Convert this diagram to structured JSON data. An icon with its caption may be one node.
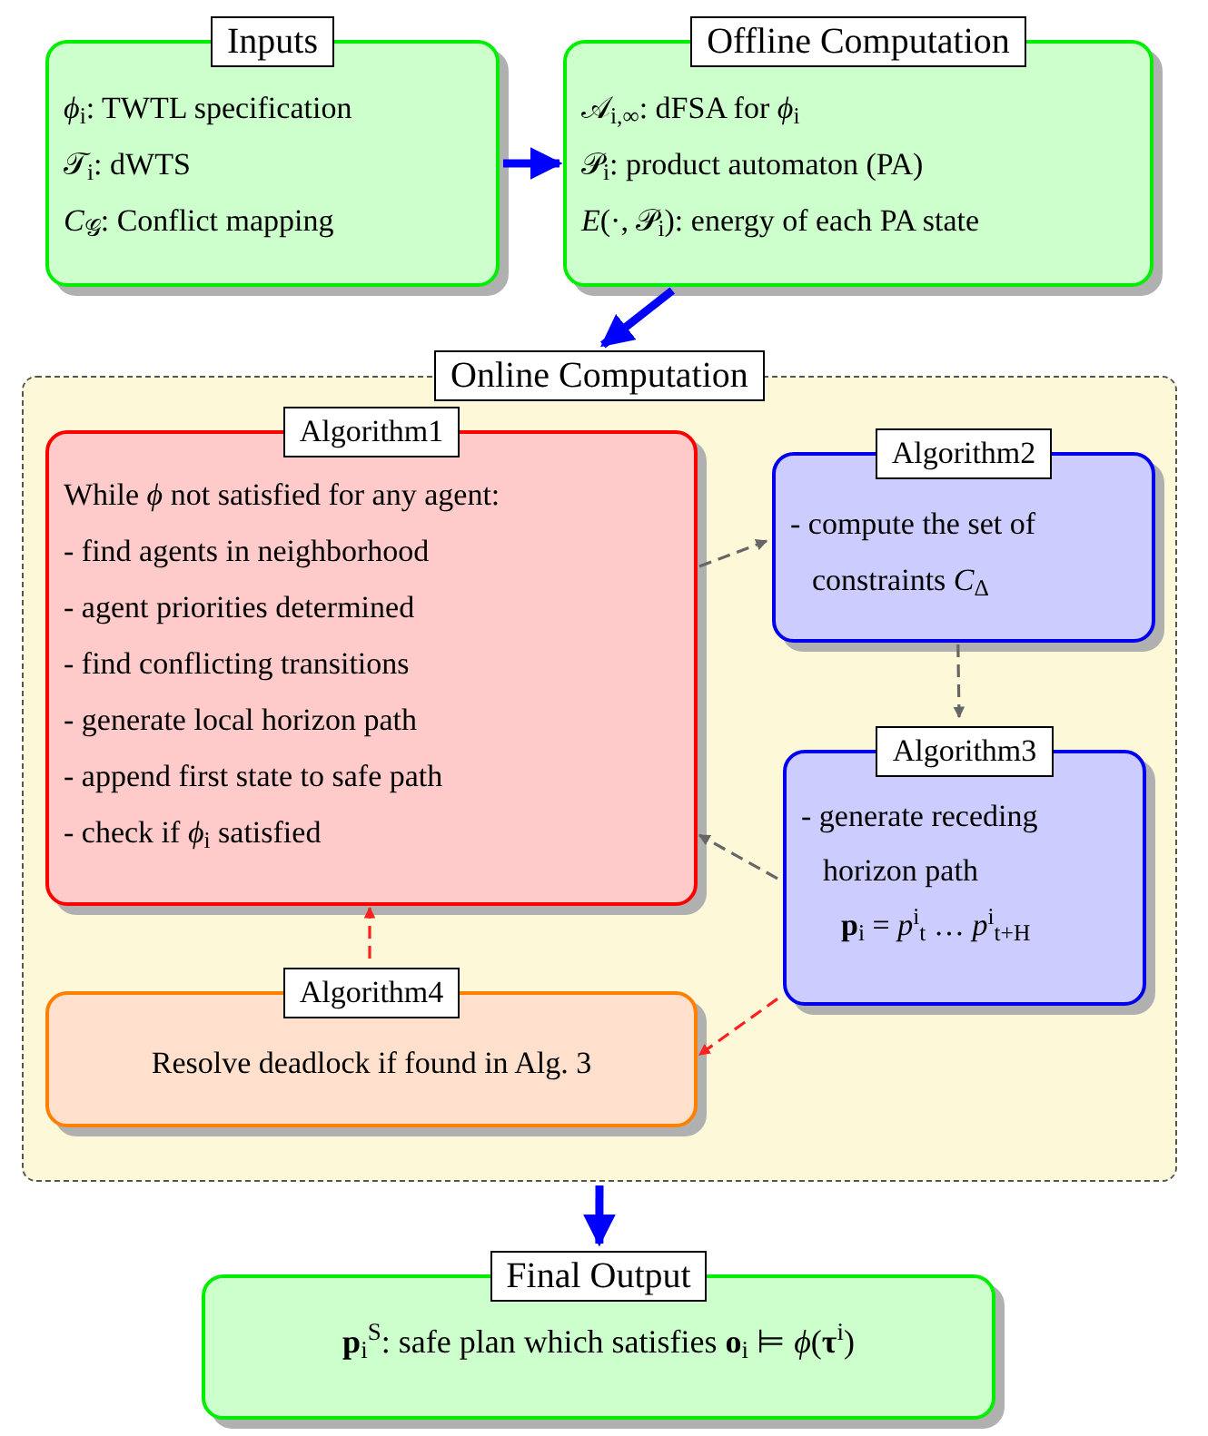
{
  "diagram": {
    "nodes": [
      {
        "text": [
          "Inputs",
          "*ϕ*$_{i}$: TWTL specification",
          "𝒯$_{i}$: dWTS",
          "*C*$_{𝒢}$: Conflict mapping"
        ]
      },
      {
        "text": [
          "Offline Computation",
          "𝒜$_{i,∞}$: dFSA for *ϕ*$_{i}$",
          "𝒫$_{i}$: product automaton (PA)",
          "*E*(·, 𝒫$_{i}$): energy of each PA state"
        ]
      },
      {
        "text": [
          "Online Computation"
        ]
      },
      {
        "text": [
          "Algorithm1",
          "While *ϕ* not satisfied for any agent:",
          "- find agents in neighborhood",
          "- agent priorities determined",
          "- find conflicting transitions",
          "- generate local horizon path",
          "- append first state to safe path",
          "- check if *ϕ*$_{i}$ satisfied"
        ],
        "in": 2
      },
      {
        "text": [
          "Algorithm2",
          "- compute the set of constraints *C*$_{Δ}$"
        ],
        "in": 2
      },
      {
        "text": [
          "Algorithm3",
          "- generate receding horizon path",
          "**p**$_{i}$ = *p*$^{i}$$_{t}$ … *p*$^{i}$$_{t+H}$"
        ],
        "in": 2
      },
      {
        "text": [
          "Algorithm4",
          "Resolve deadlock if found in Alg. 3"
        ],
        "in": 2
      },
      {
        "text": [
          "Final Output",
          "**p**$_{i}$$^{S}$: safe plan which satisfies **o**$_{i}$ ⊨ *ϕ*(**τ**$^{i}$)"
        ]
      }
    ],
    "edges": [
      {
        "from": 0,
        "to": 1,
        "arrow": "to",
        "style": "thick",
        "color": "#0000ff"
      },
      {
        "from": 1,
        "to": 2,
        "arrow": "to",
        "style": "thick",
        "color": "#0000ff"
      },
      {
        "from": 3,
        "to": 4,
        "arrow": "to",
        "style": "dashed",
        "color": "#666666"
      },
      {
        "from": 4,
        "to": 5,
        "arrow": "to",
        "style": "dashed",
        "color": "#666666"
      },
      {
        "from": 5,
        "to": 3,
        "arrow": "to",
        "style": "dashed",
        "color": "#666666"
      },
      {
        "from": 5,
        "to": 6,
        "arrow": "to",
        "style": "dashed",
        "color": "#ff2020"
      },
      {
        "from": 6,
        "to": 3,
        "arrow": "to",
        "style": "dashed",
        "color": "#ff2020"
      },
      {
        "from": 2,
        "to": 7,
        "arrow": "to",
        "style": "thick",
        "color": "#0000ff"
      }
    ]
  }
}
